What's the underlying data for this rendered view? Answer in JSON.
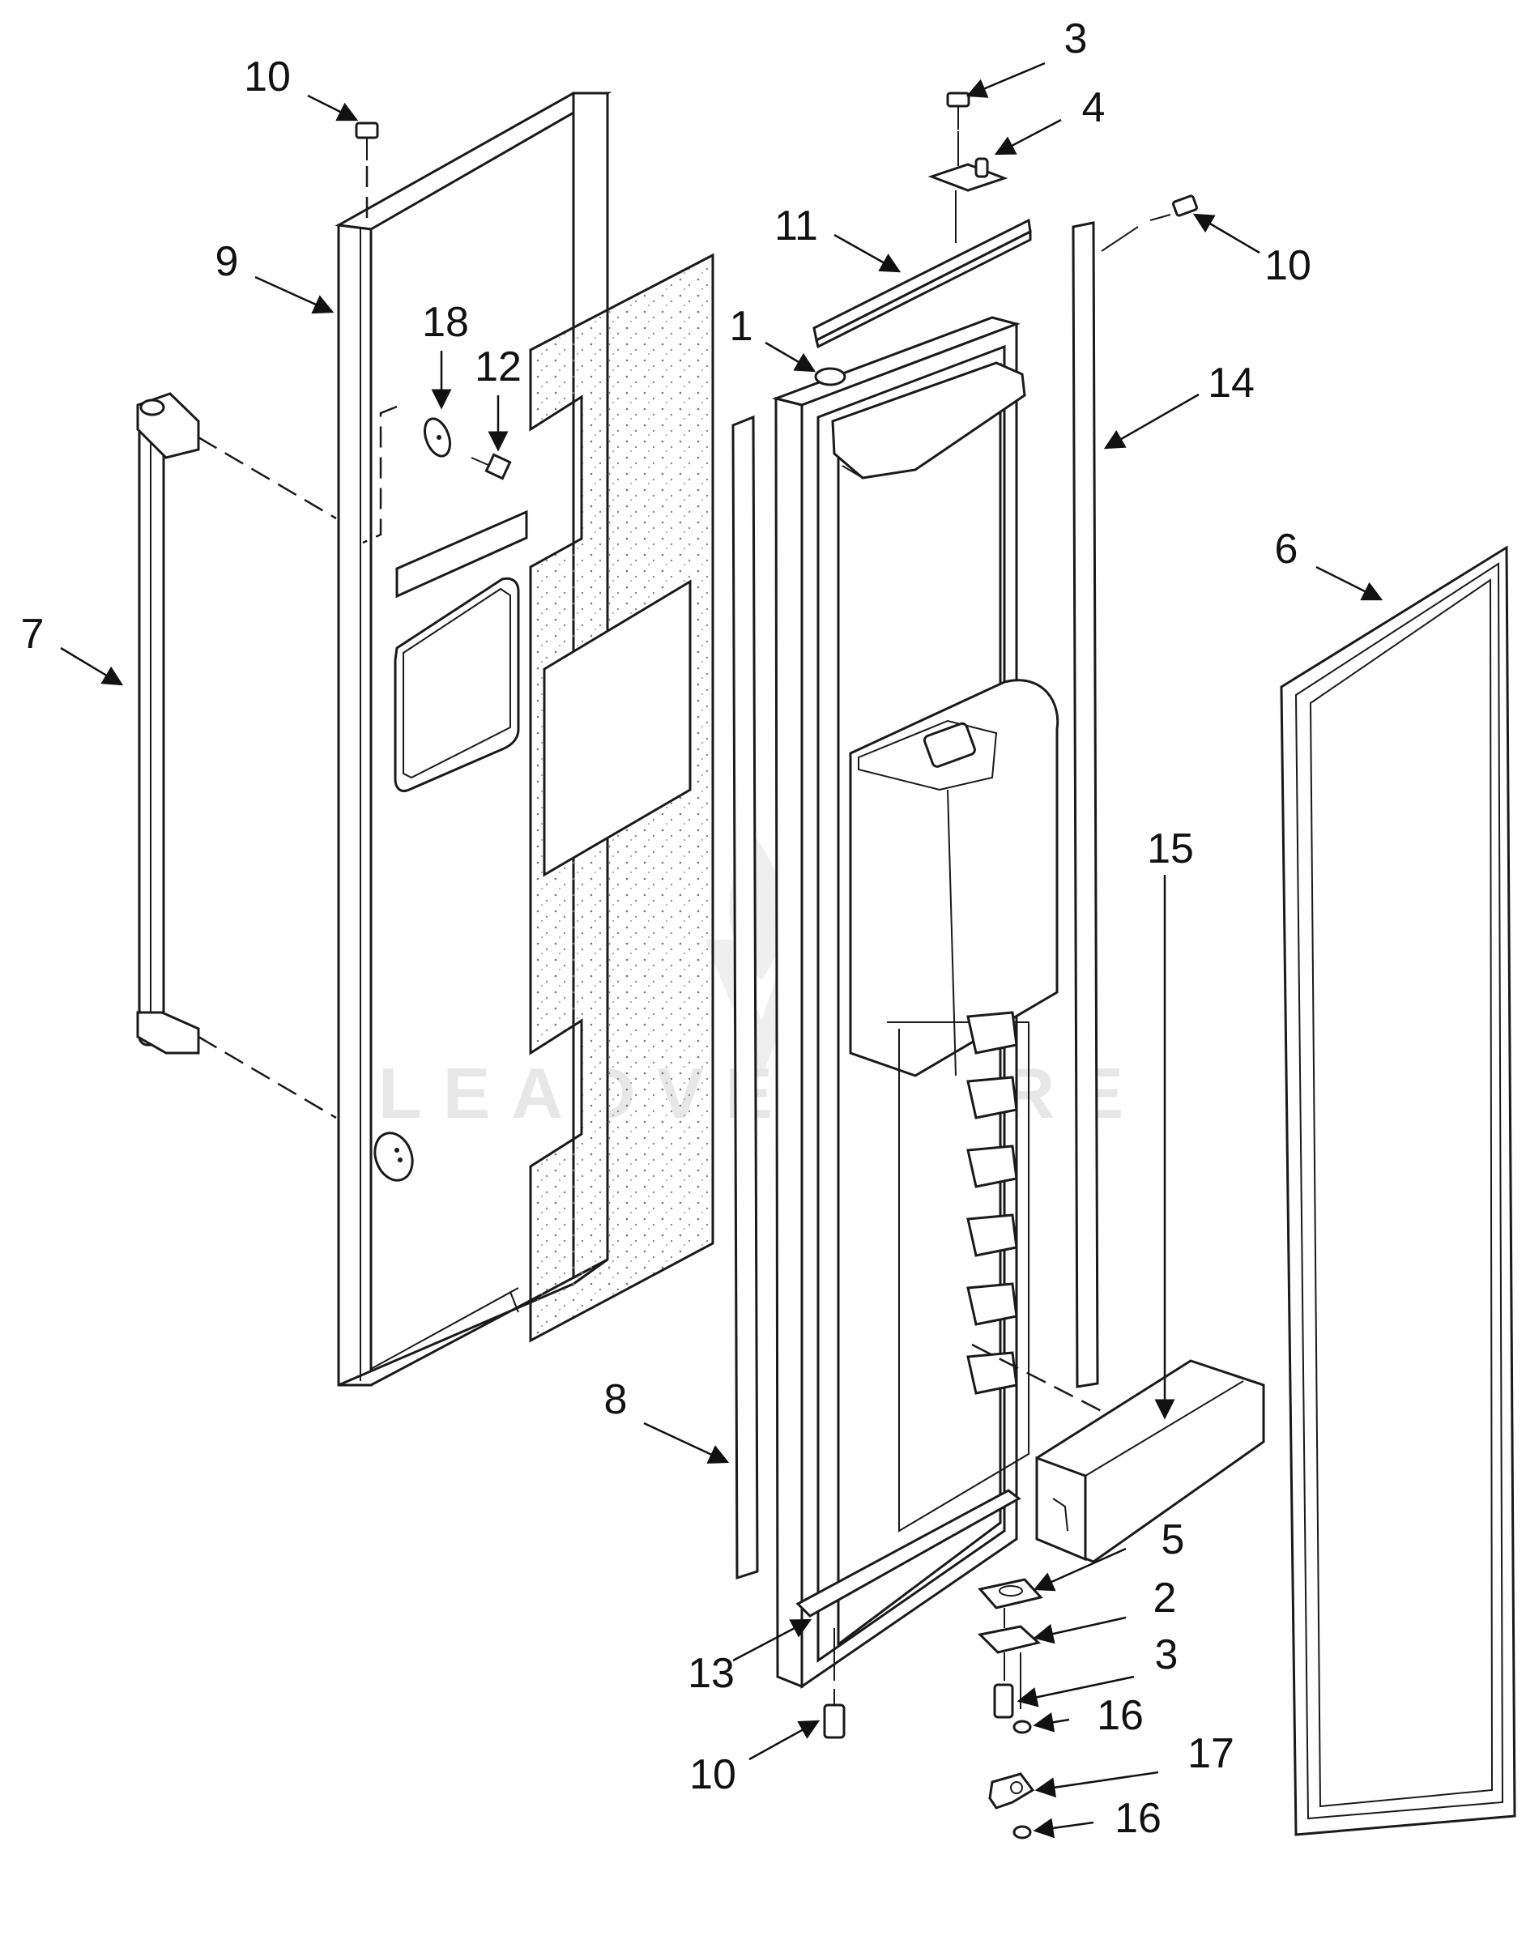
{
  "diagram": {
    "watermark_text": "LEADVENTURE",
    "callouts": [
      {
        "id": "c-10-top-left",
        "label": "10"
      },
      {
        "id": "c-3-top",
        "label": "3"
      },
      {
        "id": "c-4",
        "label": "4"
      },
      {
        "id": "c-11",
        "label": "11"
      },
      {
        "id": "c-10-top-right",
        "label": "10"
      },
      {
        "id": "c-9",
        "label": "9"
      },
      {
        "id": "c-18",
        "label": "18"
      },
      {
        "id": "c-12",
        "label": "12"
      },
      {
        "id": "c-1",
        "label": "1"
      },
      {
        "id": "c-14",
        "label": "14"
      },
      {
        "id": "c-7",
        "label": "7"
      },
      {
        "id": "c-6",
        "label": "6"
      },
      {
        "id": "c-15",
        "label": "15"
      },
      {
        "id": "c-8",
        "label": "8"
      },
      {
        "id": "c-5",
        "label": "5"
      },
      {
        "id": "c-2",
        "label": "2"
      },
      {
        "id": "c-3-bottom",
        "label": "3"
      },
      {
        "id": "c-13",
        "label": "13"
      },
      {
        "id": "c-16-upper",
        "label": "16"
      },
      {
        "id": "c-17",
        "label": "17"
      },
      {
        "id": "c-10-bottom",
        "label": "10"
      },
      {
        "id": "c-16-lower",
        "label": "16"
      }
    ]
  }
}
